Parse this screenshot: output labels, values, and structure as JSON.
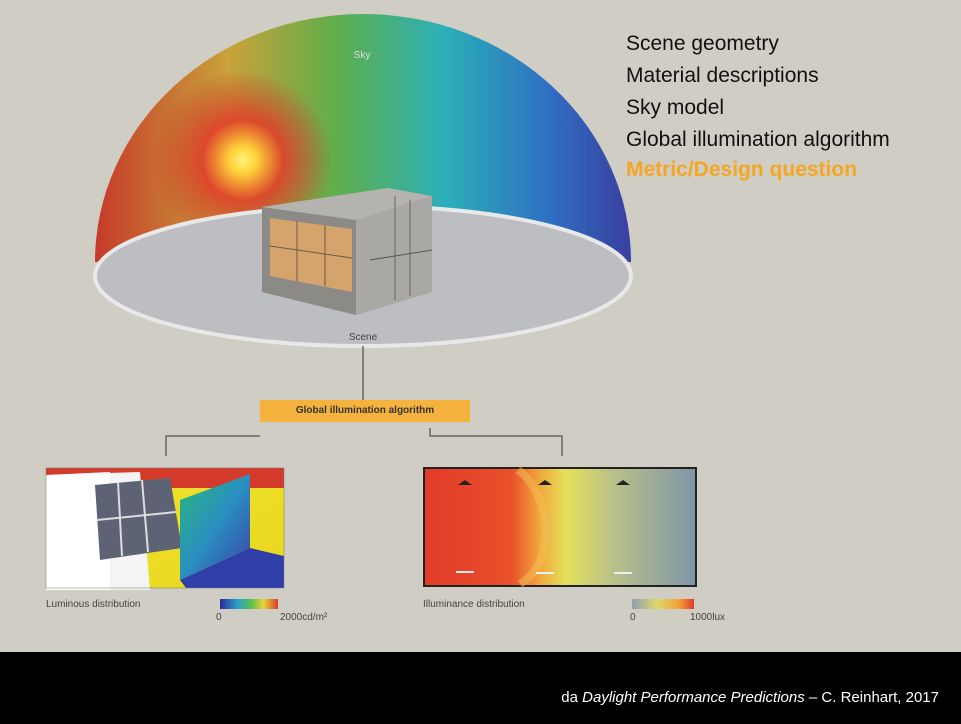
{
  "bullets": [
    {
      "text": "Scene geometry"
    },
    {
      "text": "Material descriptions"
    },
    {
      "text": "Sky model"
    },
    {
      "text": "Global illumination algorithm"
    },
    {
      "text": "Metric/Design question"
    }
  ],
  "colors": {
    "highlight": "#f5a623",
    "box": "#f5b23c",
    "background": "#cfcdc4",
    "footer": "#000000"
  },
  "diagram": {
    "sky_label": "Sky",
    "scene_label": "Scene",
    "algorithm_label": "Global illumination algorithm"
  },
  "left_panel": {
    "label": "Luminous distribution",
    "scale_min": "0",
    "scale_max": "2000cd/m²"
  },
  "right_panel": {
    "label": "Illuminance distribution",
    "scale_min": "0",
    "scale_max": "1000lux"
  },
  "footer": {
    "prefix": "da ",
    "title": "Daylight Performance Predictions",
    "suffix": " – C. Reinhart, 2017"
  }
}
